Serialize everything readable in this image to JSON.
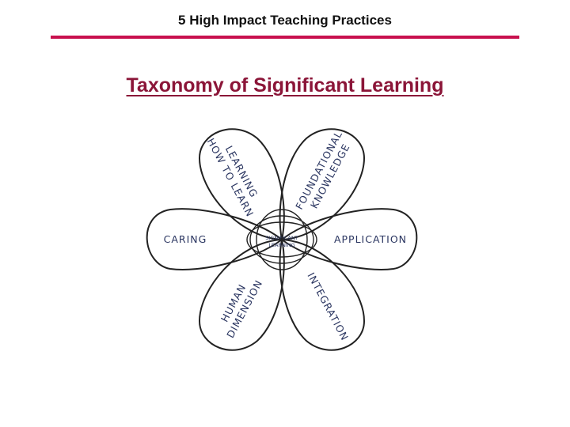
{
  "header": {
    "title": "5 High Impact Teaching Practices"
  },
  "colors": {
    "rule": "#c8104e",
    "title": "#8b1538",
    "petal_text": "#2a3560"
  },
  "slide": {
    "title": "Taxonomy of Significant Learning"
  },
  "diagram": {
    "center": {
      "line1": "SIGNIFICANT",
      "line2": "LEARNING"
    },
    "petals": {
      "learning_how_to_learn": {
        "line1": "LEARNING",
        "line2": "HOW TO LEARN"
      },
      "foundational_knowledge": {
        "line1": "FOUNDATIONAL",
        "line2": "KNOWLEDGE"
      },
      "caring": "CARING",
      "application": "APPLICATION",
      "human_dimension": {
        "line1": "HUMAN",
        "line2": "DIMENSION"
      },
      "integration": "INTEGRATION"
    }
  }
}
